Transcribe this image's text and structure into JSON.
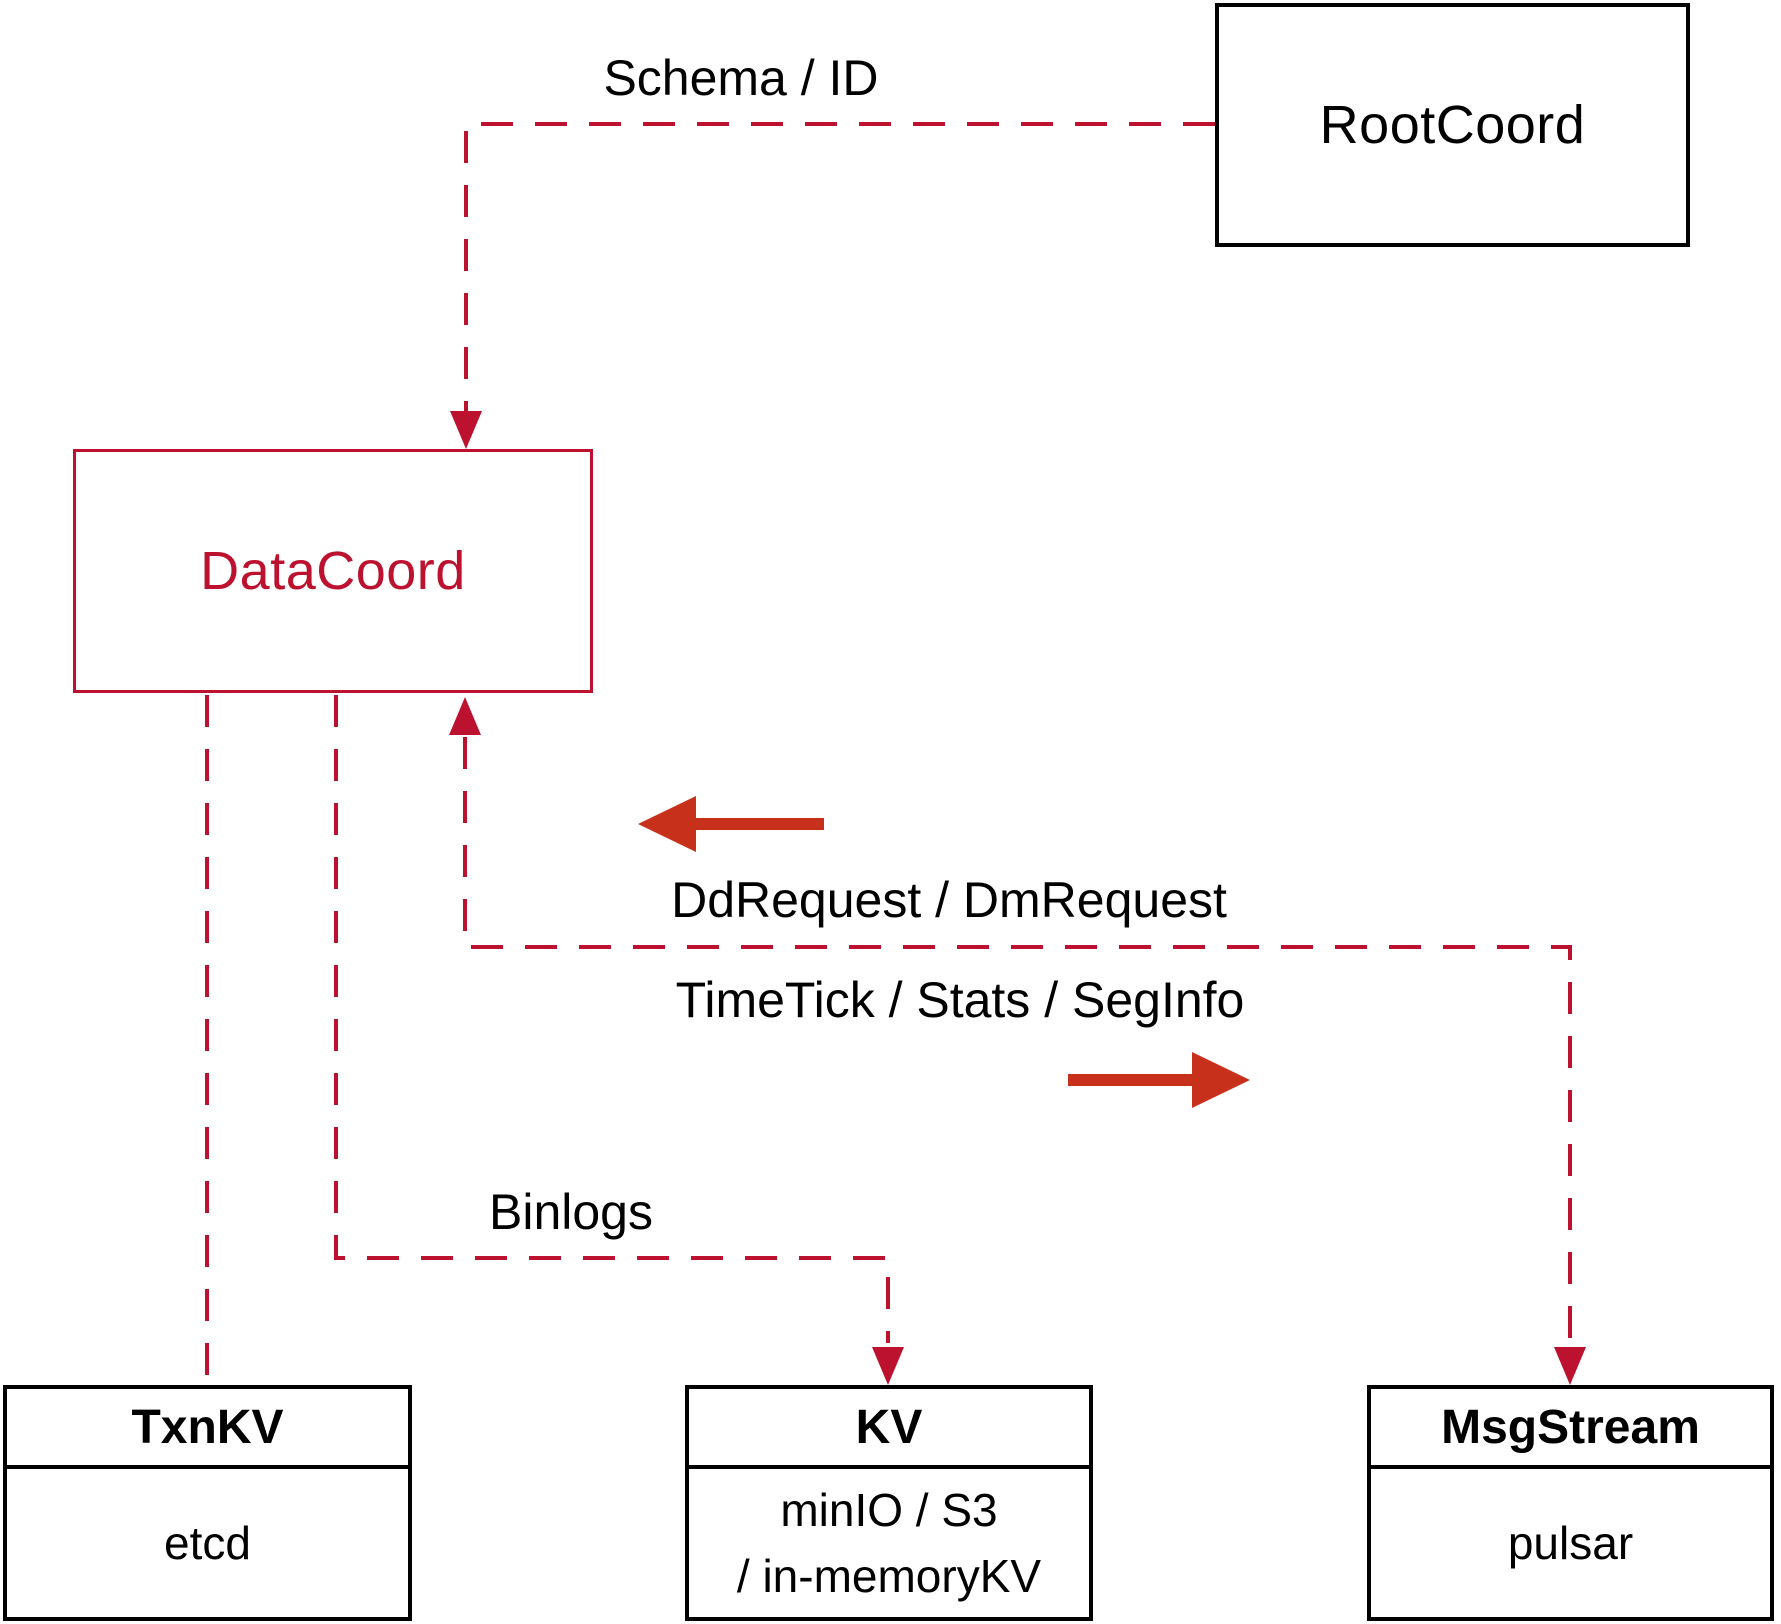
{
  "nodes": {
    "rootcoord": {
      "label": "RootCoord"
    },
    "datacoord": {
      "label": "DataCoord"
    },
    "txnkv": {
      "title": "TxnKV",
      "body": "etcd"
    },
    "kv": {
      "title": "KV",
      "body_line1": "minIO / S3",
      "body_line2": "/ in-memoryKV"
    },
    "msgstream": {
      "title": "MsgStream",
      "body": "pulsar"
    }
  },
  "edges": {
    "schema_id": {
      "label": "Schema / ID"
    },
    "dd_request": {
      "label": "DdRequest / DmRequest"
    },
    "time_tick": {
      "label": "TimeTick / Stats / SegInfo"
    },
    "binlogs": {
      "label": "Binlogs"
    }
  },
  "colors": {
    "crimson": "#bc1230",
    "arrow_red": "#c7301a"
  }
}
